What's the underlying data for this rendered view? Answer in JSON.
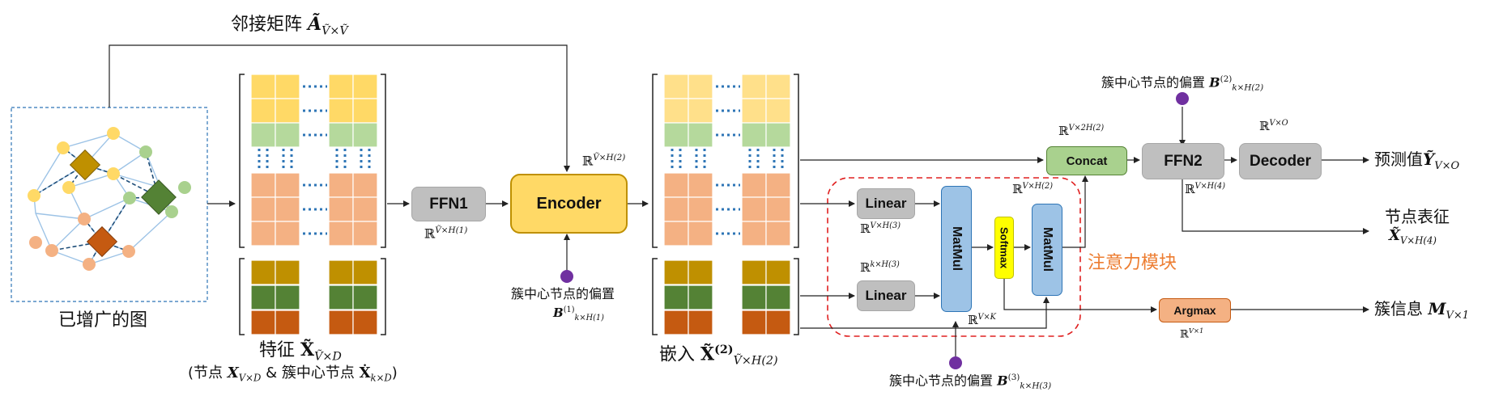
{
  "graph": {
    "caption": "已增广的图",
    "adjacency_label": "邻接矩阵",
    "adjacency_symbol": "Ã",
    "adjacency_sub": "Ṽ×Ṽ"
  },
  "features": {
    "title": "特征",
    "symbol": "X̃",
    "title_sub": "Ṽ×D",
    "detail_prefix": "(节点",
    "node_symbol": "X",
    "node_sub": "V×D",
    "amp": "& 簇中心节点",
    "center_symbol": "Ẋ",
    "center_sub": "k×D",
    "detail_suffix": ")"
  },
  "ffn1": {
    "label": "FFN1",
    "dim": "ℝ",
    "dim_sup": "Ṽ×H(1)"
  },
  "encoder": {
    "label": "Encoder",
    "dim": "ℝ",
    "dim_sup": "Ṽ×H(2)"
  },
  "bias1": {
    "text": "簇中心节点的偏置",
    "symbol": "B",
    "sup": "(1)",
    "sub": "k×H(1)"
  },
  "embedding": {
    "title": "嵌入",
    "symbol": "X̃",
    "sup": "(2)",
    "sub": "Ṽ×H(2)"
  },
  "linear_top": {
    "label": "Linear",
    "dim": "ℝ",
    "dim_sup": "V×H(3)"
  },
  "linear_bottom": {
    "label": "Linear",
    "dim": "ℝ",
    "dim_sup": "k×H(3)"
  },
  "matmul1": {
    "label": "MatMul"
  },
  "softmax": {
    "label": "Softmax",
    "dim": "ℝ",
    "dim_sup": "V×K"
  },
  "matmul2": {
    "label": "MatMul",
    "dim": "ℝ",
    "dim_sup": "V×H(2)"
  },
  "bias3": {
    "text": "簇中心节点的偏置",
    "symbol": "B",
    "sup": "(3)",
    "sub": "k×H(3)"
  },
  "attention": {
    "label": "注意力模块"
  },
  "concat": {
    "label": "Concat",
    "dim": "ℝ",
    "dim_sup": "V×2H(2)"
  },
  "bias2": {
    "text": "簇中心节点的偏置",
    "symbol": "B",
    "sup": "(2)",
    "sub": "k×H(2)"
  },
  "ffn2": {
    "label": "FFN2",
    "dim": "ℝ",
    "dim_sup": "V×H(4)"
  },
  "decoder": {
    "label": "Decoder",
    "dim": "ℝ",
    "dim_sup": "V×O"
  },
  "prediction": {
    "label": "预测值",
    "symbol": "Ỹ",
    "sub": "V×O"
  },
  "node_repr": {
    "label": "节点表征",
    "symbol": "X̃",
    "sub": "V×H(4)"
  },
  "argmax": {
    "label": "Argmax",
    "dim": "ℝ",
    "dim_sup": "V×1"
  },
  "cluster": {
    "label": "簇信息",
    "symbol": "M",
    "sub": "V×1"
  },
  "colors": {
    "yellow": "#ffd966",
    "light_green": "#b5d99c",
    "salmon": "#f4b183",
    "olive": "#bf9000",
    "green": "#548235",
    "orange": "#c55a11",
    "gray_box": "#bfbfbf",
    "encoder": "#ffd966",
    "blue": "#9dc3e6",
    "softmax": "#ffff00",
    "concat": "#a9d18e",
    "argmax": "#f4b183",
    "purple": "#7030a0",
    "attention_border": "#e02020",
    "attention_text": "#ed7d31"
  }
}
